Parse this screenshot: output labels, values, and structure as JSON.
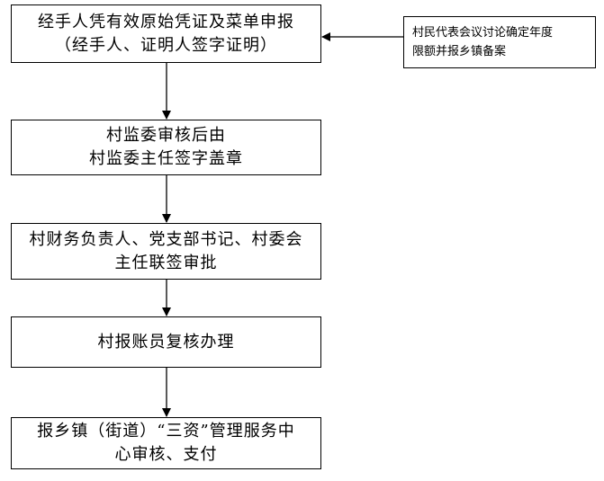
{
  "flow": {
    "steps": [
      {
        "text": "经手人凭有效原始凭证及菜单申报\n（经手人、证明人签字证明）"
      },
      {
        "text": "村监委审核后由\n村监委主任签字盖章"
      },
      {
        "text": "村财务负责人、党支部书记、村委会\n主任联签审批"
      },
      {
        "text": "村报账员复核办理"
      },
      {
        "text": "报乡镇（街道）“三资”管理服务中\n心审核、支付"
      }
    ],
    "side_note": {
      "text": "村民代表会议讨论确定年度\n限额并报乡镇备案"
    }
  }
}
